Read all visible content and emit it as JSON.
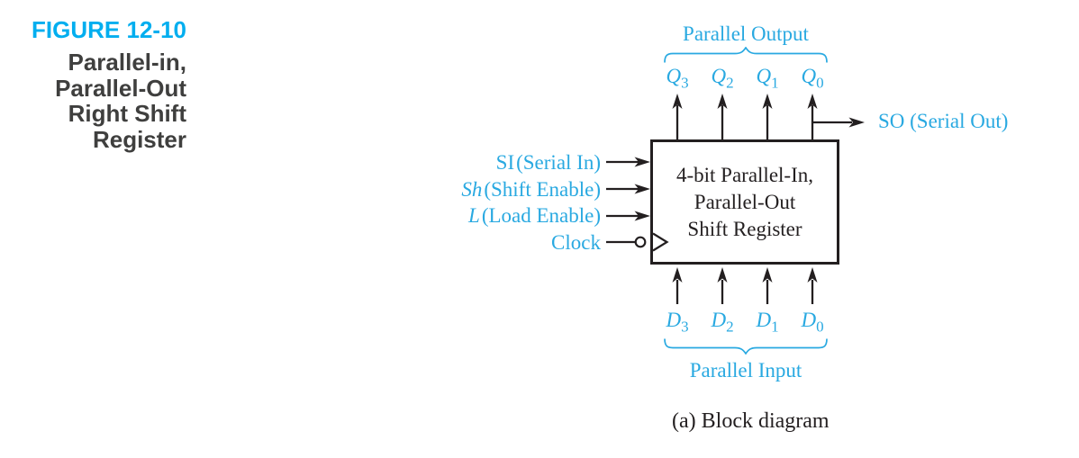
{
  "figure": {
    "label": "FIGURE 12-10",
    "title_lines": [
      "Parallel-in,",
      "Parallel-Out",
      "Right Shift",
      "Register"
    ]
  },
  "diagram": {
    "parallel_output_label": "Parallel Output",
    "outputs": [
      {
        "letter": "Q",
        "sub": "3"
      },
      {
        "letter": "Q",
        "sub": "2"
      },
      {
        "letter": "Q",
        "sub": "1"
      },
      {
        "letter": "Q",
        "sub": "0"
      }
    ],
    "serial_out_label": "SO (Serial Out)",
    "block_lines": [
      "4-bit Parallel-In,",
      "Parallel-Out",
      "Shift Register"
    ],
    "left_inputs": [
      {
        "prefix": "SI",
        "rest": "(Serial In)"
      },
      {
        "prefix": "Sh",
        "rest": "(Shift Enable)"
      },
      {
        "prefix": "L",
        "rest": "(Load Enable)"
      },
      {
        "prefix": "Clock",
        "rest": ""
      }
    ],
    "inputs": [
      {
        "letter": "D",
        "sub": "3"
      },
      {
        "letter": "D",
        "sub": "2"
      },
      {
        "letter": "D",
        "sub": "1"
      },
      {
        "letter": "D",
        "sub": "0"
      }
    ],
    "parallel_input_label": "Parallel Input",
    "caption": "(a) Block diagram"
  },
  "colors": {
    "diagram_cyan": "#29A9E1",
    "heading_cyan": "#00AEEF",
    "ink": "#231F20",
    "title_gray": "#3F3F3E"
  }
}
